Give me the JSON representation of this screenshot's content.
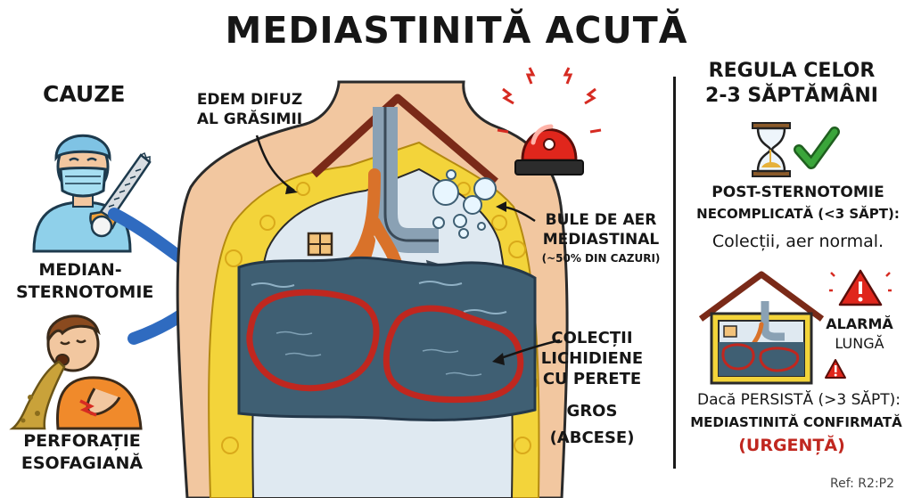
{
  "title": "MEDIASTINITĂ ACUTĂ",
  "causes": {
    "heading": "CAUZE",
    "cause1_line1": "MEDIAN-",
    "cause1_line2": "STERNOTOMIE",
    "cause2_line1": "PERFORAȚIE",
    "cause2_line2": "ESOFAGIANĂ"
  },
  "labels": {
    "fat_line1": "EDEM DIFUZ",
    "fat_line2": "AL GRĂSIMII",
    "air_line1": "BULE DE AER",
    "air_line2": "MEDIASTINAL",
    "air_line3": "(~50% DIN CAZURI)",
    "coll_line1": "COLECȚII",
    "coll_line2": "LICHIDIENE",
    "coll_line3": "CU PERETE",
    "coll_line4": "GROS",
    "coll_line5": "(ABCESE)"
  },
  "rule": {
    "heading_line1": "REGULA CELOR",
    "heading_line2": "2-3 SĂPTĂMÂNI",
    "normal_line1": "POST-STERNOTOMIE",
    "normal_line2": "NECOMPLICATĂ (<3 SĂPT):",
    "normal_line3": "Colecții, aer normal.",
    "alarm_line1": "ALARMĂ",
    "alarm_line2": "LUNGĂ",
    "persist_line1": "Dacă PERSISTĂ (>3 SĂPT):",
    "persist_line2": "MEDIASTINITĂ CONFIRMATĂ",
    "urgent": "(URGENȚĂ)"
  },
  "ref": "Ref: R2:P2",
  "icons": [
    "surgeon-icon",
    "vomiting-person-icon",
    "siren-icon",
    "hourglass-icon",
    "checkmark-icon",
    "warning-icon",
    "house-icon"
  ],
  "colors": {
    "fluid": "#3f5f73",
    "abscess_wall": "#c0271f",
    "fat": "#f3d43a",
    "skin": "#f2c7a0",
    "arrow": "#2f6bc0",
    "alert": "#d62b22",
    "check": "#3aa53a"
  }
}
